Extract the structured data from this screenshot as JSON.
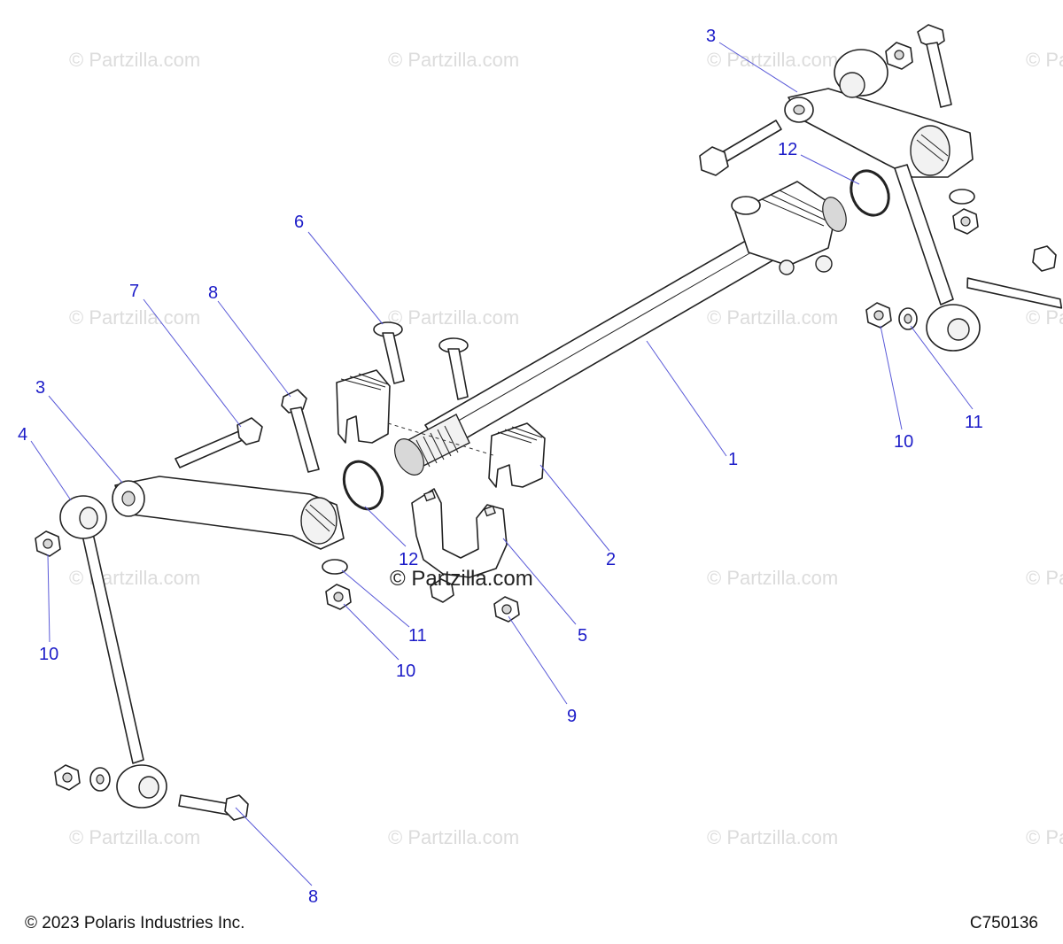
{
  "watermark": "© Partzilla.com",
  "footer": {
    "copyright": "© 2023 Polaris Industries Inc.",
    "diagram_code": "C750136"
  },
  "callouts": {
    "c1": "1",
    "c2": "2",
    "c3a": "3",
    "c3b": "3",
    "c4": "4",
    "c5": "5",
    "c6": "6",
    "c7": "7",
    "c8a": "8",
    "c8b": "8",
    "c9": "9",
    "c10a": "10",
    "c10b": "10",
    "c10c": "10",
    "c11a": "11",
    "c11b": "11",
    "c12a": "12",
    "c12b": "12"
  },
  "colors": {
    "callout": "#1c1cc8",
    "leader": "#5a5ad8",
    "watermark": "#dcdcdc"
  }
}
